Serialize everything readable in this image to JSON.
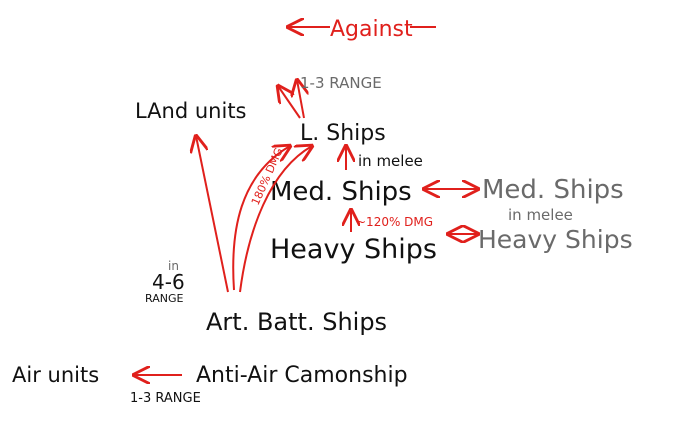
{
  "colors": {
    "ink": "#111111",
    "gray": "#6a6a6a",
    "accent": "#e0201c"
  },
  "header": {
    "title": "Against"
  },
  "nodes": {
    "land_units": "LAnd units",
    "l_ships": "L. Ships",
    "med_ships": "Med. Ships",
    "heavy_ships": "Heavy Ships",
    "art_batt_ships": "Art. Batt. Ships",
    "anti_air": "Anti-Air Camonship",
    "air_units": "Air units",
    "med_ships_right": "Med. Ships",
    "heavy_ships_right": "Heavy Ships"
  },
  "notes": {
    "range_top": "1-3 RANGE",
    "in_melee_1": "in melee",
    "in_melee_2": "in melee",
    "dmg_diag": "180% DMG",
    "dmg_mid": "~120% DMG",
    "in_range": "in",
    "range_46": "4-6",
    "range_word": "RANGE",
    "range_bottom": "1-3 RANGE"
  }
}
